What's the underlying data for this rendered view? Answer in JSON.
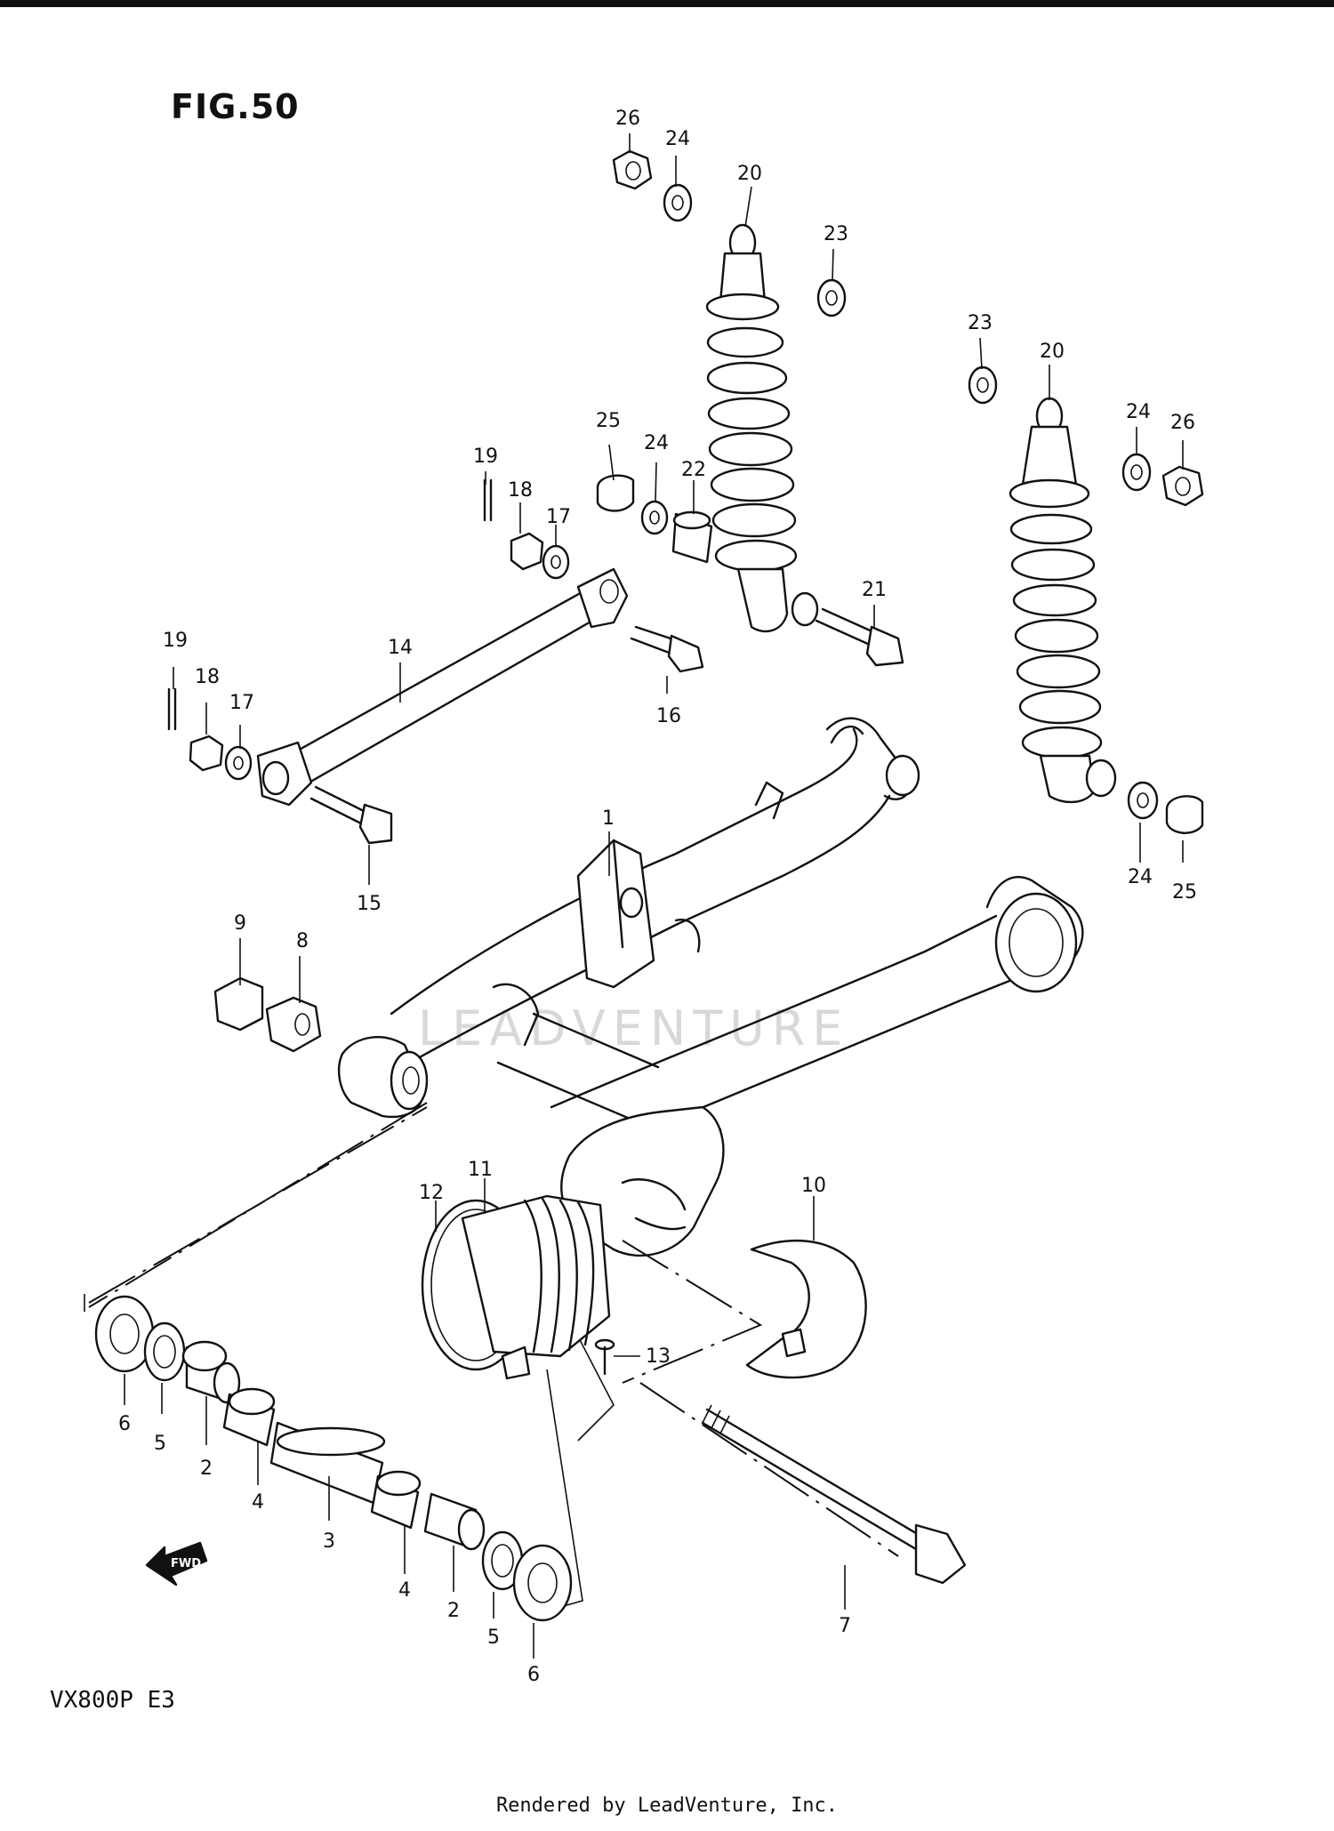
{
  "figure": {
    "title": "FIG.50",
    "model": "VX800P  E3",
    "footer": "Rendered by LeadVenture, Inc.",
    "watermark": "LEADVENTURE"
  },
  "fwd_label": "FWD",
  "callouts": {
    "c26a": "26",
    "c24a": "24",
    "c20a": "20",
    "c23a": "23",
    "c23b": "23",
    "c20b": "20",
    "c24b": "24",
    "c26b": "26",
    "c25a": "25",
    "c24c": "24",
    "c22": "22",
    "c21": "21",
    "c19a": "19",
    "c18a": "18",
    "c17a": "17",
    "c16": "16",
    "c19b": "19",
    "c18b": "18",
    "c17b": "17",
    "c14": "14",
    "c15": "15",
    "c24d": "24",
    "c25b": "25",
    "c1": "1",
    "c9": "9",
    "c8": "8",
    "c11": "11",
    "c12": "12",
    "c10": "10",
    "c13": "13",
    "c6a": "6",
    "c5a": "5",
    "c2a": "2",
    "c4a": "4",
    "c3": "3",
    "c4b": "4",
    "c2b": "2",
    "c5b": "5",
    "c6b": "6",
    "c7": "7"
  }
}
